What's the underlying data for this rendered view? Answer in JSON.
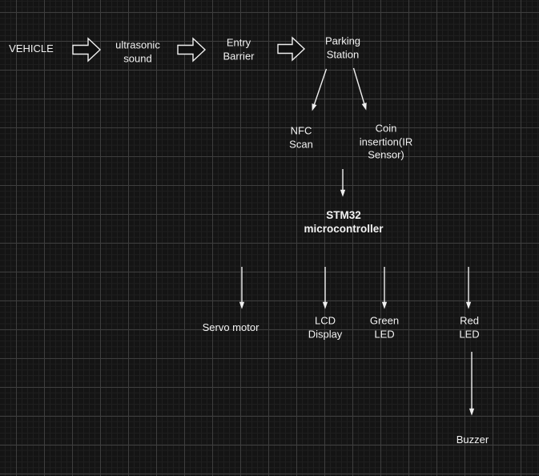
{
  "colors": {
    "canvas_bg": "#141414",
    "grid_minor": "#1f1f1f",
    "grid_major": "#3e3e3e",
    "text": "#f2f2f2",
    "arrow": "#efefef",
    "block_arrow_fill": "#101010"
  },
  "diagram": {
    "nodes": {
      "vehicle": "VEHICLE",
      "ultrasonic_sound": "ultrasonic\nsound",
      "entry_barrier": "Entry\nBarrier",
      "parking_station": "Parking\nStation",
      "nfc_scan": "NFC\nScan",
      "coin_insertion": "Coin\ninsertion(IR\nSensor)",
      "stm32": "STM32\nmicrocontroller",
      "servo_motor": "Servo motor",
      "lcd_display": "LCD\nDisplay",
      "green_led": "Green\nLED",
      "red_led": "Red\nLED",
      "buzzer": "Buzzer"
    },
    "connections": [
      {
        "from": "vehicle",
        "to": "ultrasonic_sound",
        "style": "block-arrow"
      },
      {
        "from": "ultrasonic_sound",
        "to": "entry_barrier",
        "style": "block-arrow"
      },
      {
        "from": "entry_barrier",
        "to": "parking_station",
        "style": "block-arrow"
      },
      {
        "from": "parking_station",
        "to": "nfc_scan",
        "style": "line-arrow"
      },
      {
        "from": "parking_station",
        "to": "coin_insertion",
        "style": "line-arrow"
      },
      {
        "from": "nfc_scan_coin_insertion",
        "to": "stm32",
        "style": "line-arrow"
      },
      {
        "from": "stm32",
        "to": "servo_motor",
        "style": "line-arrow"
      },
      {
        "from": "stm32",
        "to": "lcd_display",
        "style": "line-arrow"
      },
      {
        "from": "stm32",
        "to": "green_led",
        "style": "line-arrow"
      },
      {
        "from": "stm32",
        "to": "red_led",
        "style": "line-arrow"
      },
      {
        "from": "red_led",
        "to": "buzzer",
        "style": "line-arrow"
      }
    ]
  }
}
